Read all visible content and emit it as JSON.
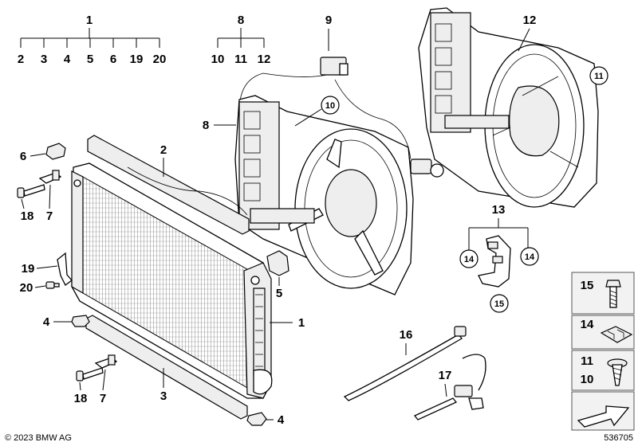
{
  "callouts": {
    "top_group_1": {
      "parent": "1",
      "children": [
        "2",
        "3",
        "4",
        "5",
        "6",
        "19",
        "20"
      ]
    },
    "top_group_8": {
      "parent": "8",
      "children": [
        "10",
        "11",
        "12"
      ]
    },
    "label_9": "9",
    "label_12": "12",
    "label_13": "13",
    "side_labels": {
      "l6": "6",
      "l18a": "18",
      "l7a": "7",
      "l19": "19",
      "l20": "20",
      "l4a": "4",
      "l18b": "18",
      "l7b": "7",
      "l2": "2",
      "l5": "5",
      "l1": "1",
      "l3": "3",
      "l4b": "4",
      "l8": "8",
      "l16": "16",
      "l17": "17"
    },
    "circled": {
      "c10": "10",
      "c11": "11",
      "c14a": "14",
      "c14b": "14",
      "c15": "15"
    }
  },
  "legend_boxes": [
    {
      "labels": [
        "15"
      ],
      "icon": "screw-icon"
    },
    {
      "labels": [
        "14"
      ],
      "icon": "clip-icon"
    },
    {
      "labels": [
        "11",
        "10"
      ],
      "icon": "self-tapping-screw-icon"
    },
    {
      "labels": [],
      "icon": "arrow-icon"
    }
  ],
  "footer": {
    "copyright": "© 2023 BMW AG",
    "diagram_number": "536705"
  }
}
